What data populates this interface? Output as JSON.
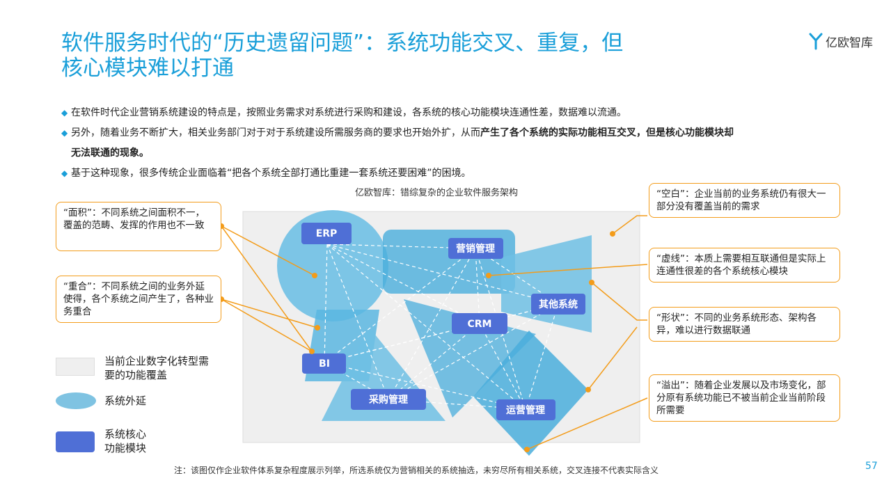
{
  "title": {
    "line1": "软件服务时代的“历史遗留问题”：系统功能交叉、重复，但",
    "line2": "核心模块难以打通"
  },
  "logo": {
    "text": "亿欧智库",
    "icon": "yiou-logo-icon",
    "color": "#1a9fd9"
  },
  "bullets": {
    "b1": "在软件时代企业营销系统建设的特点是，按照业务需求对系统进行采购和建设，各系统的核心功能模块连通性差，数据难以流通。",
    "b2_pre": "另外，随着业务不断扩大，相关业务部门对于对于系统建设所需服务商的要求也开始外扩，从而",
    "b2_bold": "产生了各个系统的实际功能相互交叉，但是核心功能模块却",
    "b2_bold2": "无法联通的现象。",
    "b3": "基于这种现象，很多传统企业面临着“把各个系统全部打通比重建一套系统还要困难”的困境。"
  },
  "diagram": {
    "title": "亿欧智库：错综复杂的企业软件服务架构",
    "modules": [
      "ERP",
      "营销管理",
      "其他系统",
      "CRM",
      "BI",
      "采购管理",
      "运营管理"
    ]
  },
  "callouts": {
    "area": "“面积”：不同系统之间面积不一，覆盖的范畴、发挥的作用也不一致",
    "overlap": "“重合”：不同系统之间的业务外延使得，各个系统之间产生了，各种业务重合",
    "blank": "“空白”：企业当前的业务系统仍有很大一部分没有覆盖当前的需求",
    "dashed": "“虚线”：本质上需要相互联通但是实际上连通性很差的各个系统核心模块",
    "shape": "“形状”：不同的业务系统形态、架构各异，难以进行数据联通",
    "overflow": "“溢出”：随着企业发展以及市场变化，部分原有系统功能已不被当前企业当前阶段所需要"
  },
  "legend": {
    "coverage": "当前企业数字化转型需要的功能覆盖",
    "extension": "系统外延",
    "core": "系统核心功能模块"
  },
  "colors": {
    "accent": "#1a9fd9",
    "callout_border": "#f39c1a",
    "module": "#4f6fd6",
    "extension": "#7fc3e2"
  },
  "note": "注：该图仅作企业软件体系复杂程度展示列举，所选系统仅为营销相关的系统抽选，未穷尽所有相关系统，交叉连接不代表实际含义",
  "page_number": "57"
}
